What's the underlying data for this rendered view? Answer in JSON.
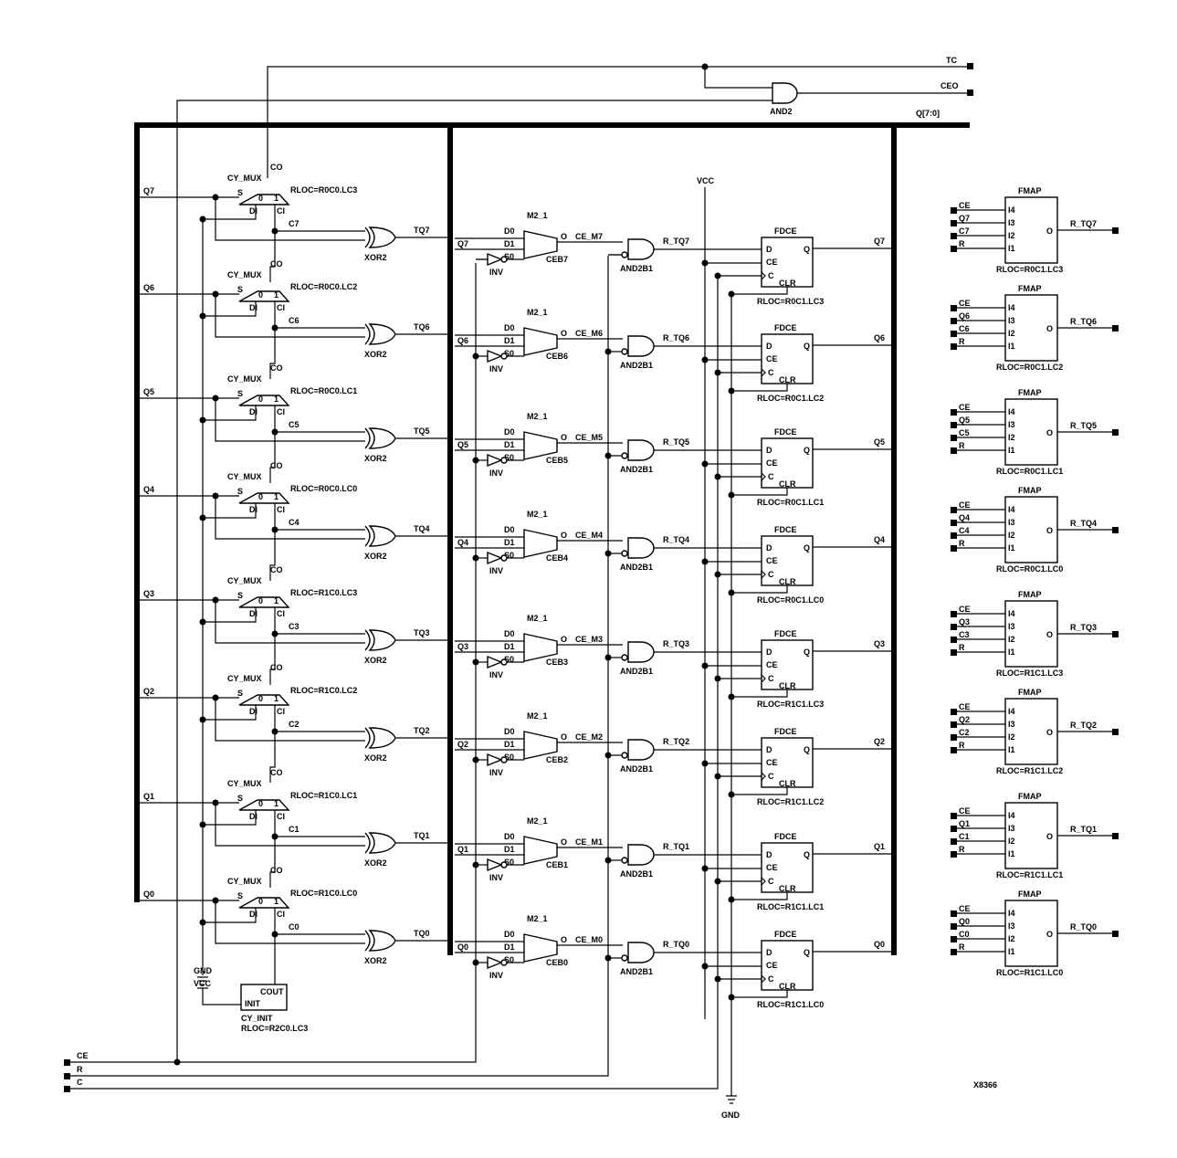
{
  "ports": {
    "tc": "TC",
    "ceo": "CEO",
    "bus": "Q[7:0]",
    "ce": "CE",
    "r": "R",
    "c": "C"
  },
  "and2_label": "AND2",
  "vcc": "VCC",
  "gnd": "GND",
  "figure_id": "X8366",
  "cy_init": {
    "name": "CY_INIT",
    "rloc": "RLOC=R2C0.LC3",
    "cout": "COUT",
    "init": "INIT"
  },
  "labels": {
    "cy_mux": "CY_MUX",
    "co": "CO",
    "s": "S",
    "di": "DI",
    "ci": "CI",
    "zero": "0",
    "one": "1",
    "xor2": "XOR2",
    "m2_1": "M2_1",
    "d0": "D0",
    "d1": "D1",
    "s0": "S0",
    "o": "O",
    "inv": "INV",
    "and2b1": "AND2B1",
    "fdce": "FDCE",
    "d": "D",
    "ce": "CE",
    "c": "C",
    "clr": "CLR",
    "q": "Q",
    "fmap": "FMAP",
    "i4": "I4",
    "i3": "I3",
    "i2": "I2",
    "i1": "I1",
    "r": "R"
  },
  "stages": [
    {
      "q": "Q7",
      "c": "C7",
      "tq": "TQ7",
      "ce_m": "CE_M7",
      "ceb": "CEB7",
      "r_tq": "R_TQ7",
      "mux_rloc": "RLOC=R0C0.LC3",
      "ff_rloc": "RLOC=R0C1.LC3",
      "fmap_rloc": "RLOC=R0C1.LC3"
    },
    {
      "q": "Q6",
      "c": "C6",
      "tq": "TQ6",
      "ce_m": "CE_M6",
      "ceb": "CEB6",
      "r_tq": "R_TQ6",
      "mux_rloc": "RLOC=R0C0.LC2",
      "ff_rloc": "RLOC=R0C1.LC2",
      "fmap_rloc": "RLOC=R0C1.LC2"
    },
    {
      "q": "Q5",
      "c": "C5",
      "tq": "TQ5",
      "ce_m": "CE_M5",
      "ceb": "CEB5",
      "r_tq": "R_TQ5",
      "mux_rloc": "RLOC=R0C0.LC1",
      "ff_rloc": "RLOC=R0C1.LC1",
      "fmap_rloc": "RLOC=R0C1.LC1"
    },
    {
      "q": "Q4",
      "c": "C4",
      "tq": "TQ4",
      "ce_m": "CE_M4",
      "ceb": "CEB4",
      "r_tq": "R_TQ4",
      "mux_rloc": "RLOC=R0C0.LC0",
      "ff_rloc": "RLOC=R0C1.LC0",
      "fmap_rloc": "RLOC=R0C1.LC0"
    },
    {
      "q": "Q3",
      "c": "C3",
      "tq": "TQ3",
      "ce_m": "CE_M3",
      "ceb": "CEB3",
      "r_tq": "R_TQ3",
      "mux_rloc": "RLOC=R1C0.LC3",
      "ff_rloc": "RLOC=R1C1.LC3",
      "fmap_rloc": "RLOC=R1C1.LC3"
    },
    {
      "q": "Q2",
      "c": "C2",
      "tq": "TQ2",
      "ce_m": "CE_M2",
      "ceb": "CEB2",
      "r_tq": "R_TQ2",
      "mux_rloc": "RLOC=R1C0.LC2",
      "ff_rloc": "RLOC=R1C1.LC2",
      "fmap_rloc": "RLOC=R1C1.LC2"
    },
    {
      "q": "Q1",
      "c": "C1",
      "tq": "TQ1",
      "ce_m": "CE_M1",
      "ceb": "CEB1",
      "r_tq": "R_TQ1",
      "mux_rloc": "RLOC=R1C0.LC1",
      "ff_rloc": "RLOC=R1C1.LC1",
      "fmap_rloc": "RLOC=R1C1.LC1"
    },
    {
      "q": "Q0",
      "c": "C0",
      "tq": "TQ0",
      "ce_m": "CE_M0",
      "ceb": "CEB0",
      "r_tq": "R_TQ0",
      "mux_rloc": "RLOC=R1C0.LC0",
      "ff_rloc": "RLOC=R1C1.LC0",
      "fmap_rloc": "RLOC=R1C1.LC0"
    }
  ]
}
